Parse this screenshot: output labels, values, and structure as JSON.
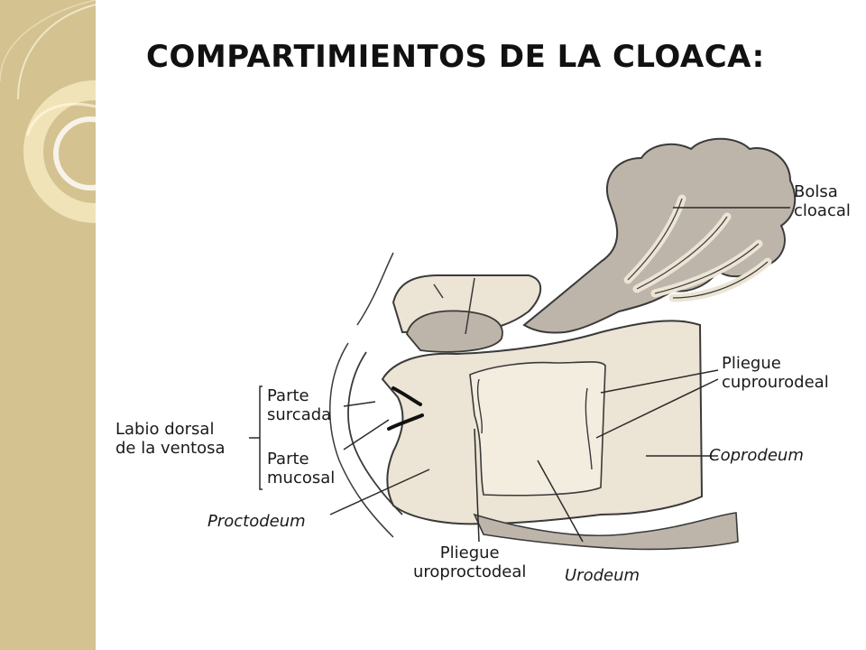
{
  "slide": {
    "title": "COMPARTIMIENTOS DE LA CLOACA:"
  },
  "labels": {
    "bolsa_cloacal": [
      "Bolsa",
      "cloacal"
    ],
    "pliegue_cuprourodeal": [
      "Pliegue",
      "cuprourodeal"
    ],
    "coprodeum": "Coprodeum",
    "urodeum": "Urodeum",
    "pliegue_uroproctodeal": [
      "Pliegue",
      "uroproctodeal"
    ],
    "proctodeum": "Proctodeum",
    "parte_surcada": [
      "Parte",
      "surcada"
    ],
    "parte_mucosal": [
      "Parte",
      "mucosal"
    ],
    "labio_dorsal": [
      "Labio dorsal",
      "de la ventosa"
    ]
  },
  "colors": {
    "side_band": "#d4c291",
    "tissue_light": "#ece4d4",
    "tissue_dark": "#bdb5aa",
    "outline": "#3a3a3a"
  }
}
